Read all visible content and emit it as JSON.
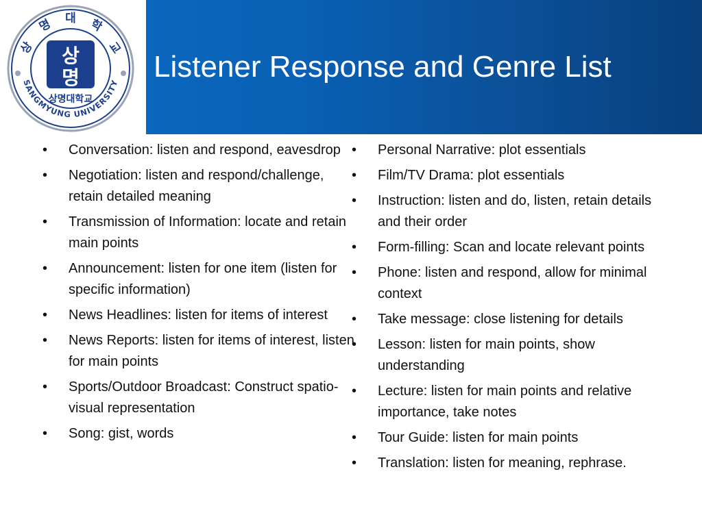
{
  "slide": {
    "title": "Listener Response and Genre List"
  },
  "logo": {
    "korean_name": "상명대학교",
    "arc_syllables": [
      "상",
      "명",
      "대",
      "학",
      "교"
    ],
    "monogram_rows": [
      "상",
      "명"
    ],
    "english_name": "SANGMYUNG UNIVERSITY",
    "colors": {
      "navy": "#1c3f8e",
      "white": "#ffffff"
    }
  },
  "bullet_glyph": "•",
  "left_column": [
    "Conversation: listen and respond, eavesdrop",
    "Negotiation: listen and respond/challenge, retain detailed meaning",
    "Transmission of Information: locate and retain main points",
    "Announcement: listen for one item (listen for specific information)",
    "News Headlines: listen for items of interest",
    "News Reports: listen for items of interest, listen for main points",
    "Sports/Outdoor Broadcast: Construct spatio-visual representation",
    "Song: gist, words"
  ],
  "right_column": [
    "Personal Narrative: plot essentials",
    "Film/TV Drama: plot essentials",
    "Instruction: listen and do, listen, retain details and their order",
    "Form-filling: Scan and locate relevant points",
    "Phone: listen and respond, allow for minimal context",
    "Take message: close listening for details",
    "Lesson: listen for main points, show understanding",
    "Lecture: listen for main points and relative importance, take notes",
    "Tour Guide: listen for main points",
    "Translation: listen for meaning, rephrase."
  ],
  "colors": {
    "header_blue": "#0b5fb3",
    "text": "#111111"
  }
}
